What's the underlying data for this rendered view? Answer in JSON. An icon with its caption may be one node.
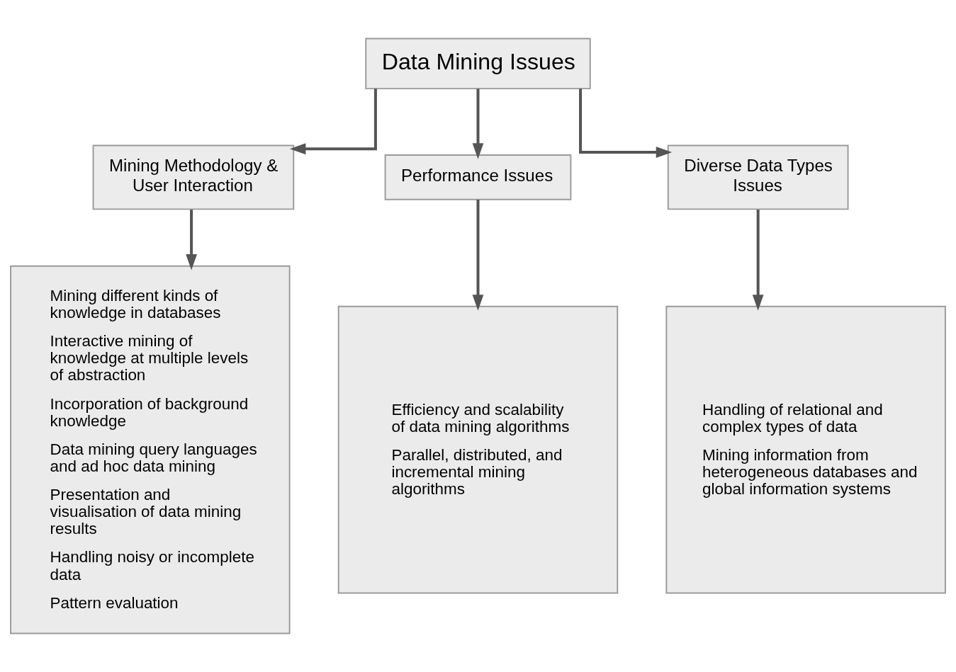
{
  "diagram": {
    "nodes": [
      {
        "text": [
          "Data Mining Issues"
        ]
      },
      {
        "text": [
          "Mining Methodology & User Interaction"
        ]
      },
      {
        "text": [
          "Performance Issues"
        ]
      },
      {
        "text": [
          "Diverse Data Types Issues"
        ]
      },
      {
        "text": [
          "Mining different kinds of knowledge in databases",
          "Interactive mining of knowledge at multiple levels of abstraction",
          "Incorporation of background knowledge",
          "Data mining query languages and ad hoc data mining",
          "Presentation and visualisation of data mining results",
          "Handling noisy or incomplete data",
          "Pattern evaluation"
        ]
      },
      {
        "text": [
          "Efficiency and scalability of data mining algorithms",
          "Parallel, distributed, and incremental mining algorithms"
        ]
      },
      {
        "text": [
          "Handling of relational and complex types of data",
          "Mining information from heterogeneous databases and global information systems"
        ]
      }
    ],
    "edges": [
      {
        "from": 0,
        "to": 1,
        "arrow": "to"
      },
      {
        "from": 0,
        "to": 2,
        "arrow": "to"
      },
      {
        "from": 0,
        "to": 3,
        "arrow": "to"
      },
      {
        "from": 1,
        "to": 4,
        "arrow": "to"
      },
      {
        "from": 2,
        "to": 5,
        "arrow": "to"
      },
      {
        "from": 3,
        "to": 6,
        "arrow": "to"
      }
    ]
  }
}
